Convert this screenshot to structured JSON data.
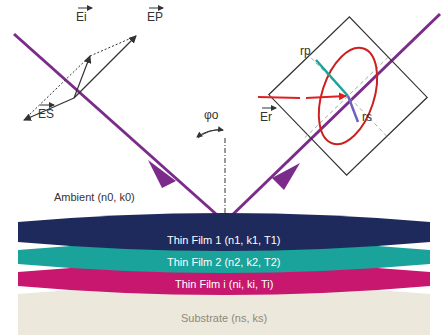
{
  "diagram": {
    "nodes": [
      {
        "text": [
          "Thin Film 1 (n1, k1, T1)"
        ]
      },
      {
        "text": [
          "Thin Film 2 (n2, k2, T2)"
        ]
      },
      {
        "text": [
          "Thin Film i (ni, ki, Ti)"
        ]
      },
      {
        "text": [
          "Substrate (ns, ks)"
        ]
      }
    ],
    "labels": [
      "Ei",
      "EP",
      "ES",
      "φo",
      "rp",
      "rs",
      "Er",
      "Ambient (n0, k0)"
    ]
  }
}
